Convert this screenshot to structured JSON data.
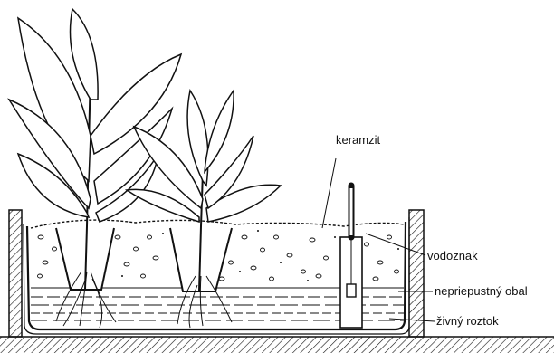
{
  "labels": {
    "keramzit": "keramzit",
    "vodoznak": "vodoznak",
    "nepriepustny_obal": "nepriepustný obal",
    "zivny_roztok": "živný roztok"
  },
  "colors": {
    "ink": "#111111",
    "paper": "#ffffff"
  }
}
